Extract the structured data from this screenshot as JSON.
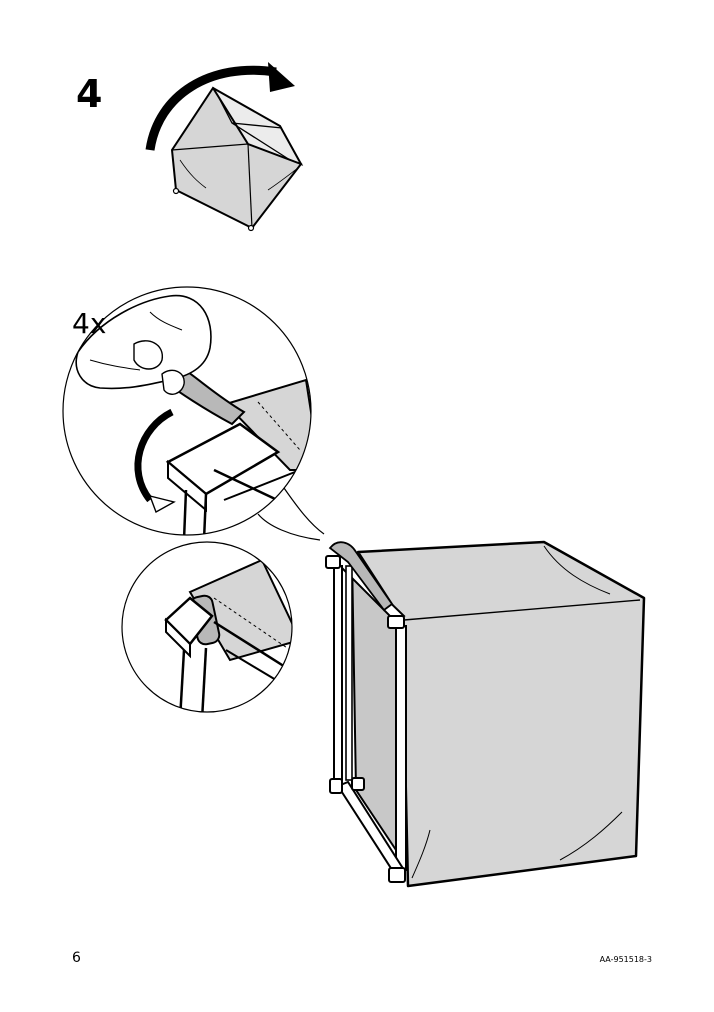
{
  "step": {
    "number": "4",
    "quantity": "4x"
  },
  "footer": {
    "page_number": "6",
    "document_code": "AA-951518-3"
  },
  "colors": {
    "line": "#000000",
    "fabric": "#d6d6d6",
    "background": "#ffffff"
  },
  "illustrations": [
    {
      "name": "flip-box-illustration",
      "icon": "rotate-arrow-icon"
    },
    {
      "name": "strap-detail-illustration",
      "icon": "hand-pulling-strap"
    },
    {
      "name": "strap-secured-detail-illustration"
    },
    {
      "name": "frame-with-cover-illustration"
    }
  ]
}
